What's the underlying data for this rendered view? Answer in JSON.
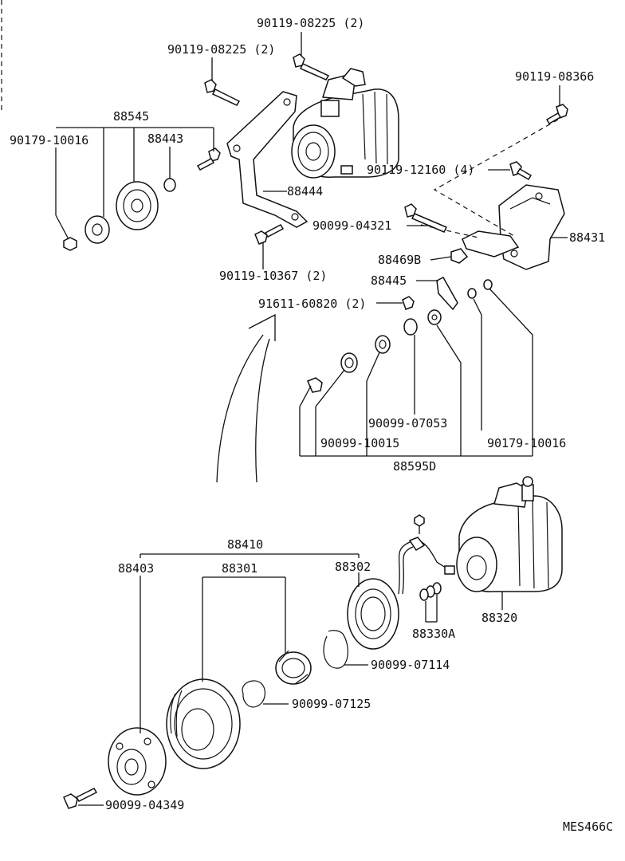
{
  "diagram_code": "MES466C",
  "labels": {
    "l_08225_a": "90119-08225 (2)",
    "l_08225_b": "90119-08225 (2)",
    "l_08366": "90119-08366",
    "l_88545": "88545",
    "l_10016_a": "90179-10016",
    "l_88443": "88443",
    "l_12160": "90119-12160 (4)",
    "l_88444": "88444",
    "l_04321": "90099-04321",
    "l_88431": "88431",
    "l_88469b": "88469B",
    "l_10367": "90119-10367 (2)",
    "l_88445": "88445",
    "l_60820": "91611-60820 (2)",
    "l_07053": "90099-07053",
    "l_10015": "90099-10015",
    "l_10016_b": "90179-10016",
    "l_88595d": "88595D",
    "l_88410": "88410",
    "l_88403": "88403",
    "l_88301": "88301",
    "l_88302": "88302",
    "l_88330a": "88330A",
    "l_88320": "88320",
    "l_07114": "90099-07114",
    "l_07125": "90099-07125",
    "l_04349": "90099-04349"
  }
}
